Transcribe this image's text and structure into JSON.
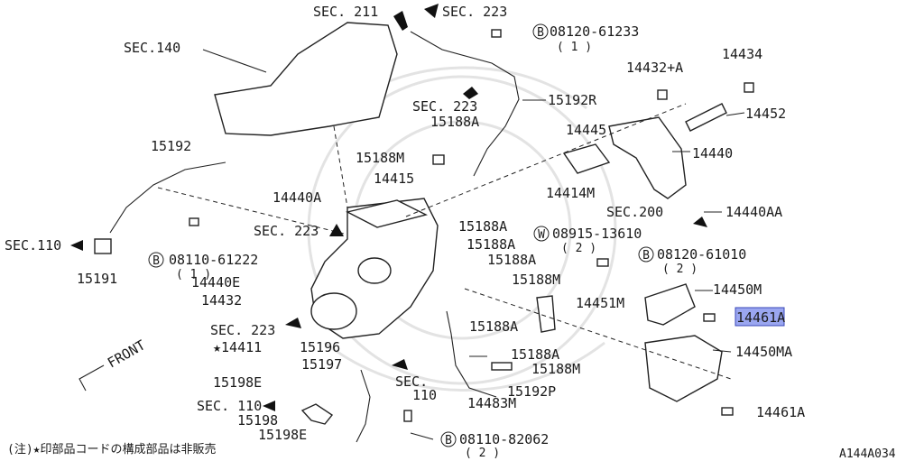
{
  "labels": {
    "sec211": "SEC. 211",
    "sec223_top": "SEC. 223",
    "bolt_08120_61233": "08120-61233",
    "qty_1_top": "( 1 )",
    "sec140": "SEC.140",
    "p14432a": "14432+A",
    "p14434": "14434",
    "sec223_mid": "SEC. 223",
    "p15192r": "15192R",
    "p15188a_1": "15188A",
    "p14452": "14452",
    "p14445": "14445",
    "p15192": "15192",
    "p15188m_1": "15188M",
    "p14440": "14440",
    "p14415": "14415",
    "p14414m": "14414M",
    "p14440a": "14440A",
    "sec200": "SEC.200",
    "p14440aa": "14440AA",
    "sec223_left": "SEC. 223",
    "p15188a_2": "15188A",
    "washer_08915_13610": "08915-13610",
    "qty_2_washer": "( 2 )",
    "sec110_left": "SEC.110",
    "p15188a_3": "15188A",
    "bolt_08120_61010": "08120-61010",
    "qty_2_bolt": "( 2 )",
    "bolt_08110_61222": "08110-61222",
    "qty_1_left": "( 1 )",
    "p15188a_4": "15188A",
    "p15191": "15191",
    "p14440e": "14440E",
    "p15188m_2": "15188M",
    "p14450m": "14450M",
    "p14432": "14432",
    "p14451m": "14451M",
    "p14461a_hl": "14461A",
    "sec223_low": "SEC. 223",
    "p15188a_5": "15188A",
    "p14411": "★14411",
    "p15196": "15196",
    "p15188a_6": "15188A",
    "p14450ma": "14450MA",
    "p15197": "15197",
    "p15188m_3": "15188M",
    "front": "FRONT",
    "p15198e_1": "15198E",
    "sec_label": "SEC.",
    "sec_num_110": "110",
    "p15192p": "15192P",
    "sec110_low": "SEC. 110",
    "p14483m": "14483M",
    "p14461a": "14461A",
    "p15198": "15198",
    "p15198e_2": "15198E",
    "bolt_08110_82062": "08110-82062",
    "qty_2_low": "( 2 )",
    "note": "(注)★印部品コードの構成部品は非販売",
    "figure_code": "A144A034",
    "mark_b": "B",
    "mark_w": "W"
  }
}
